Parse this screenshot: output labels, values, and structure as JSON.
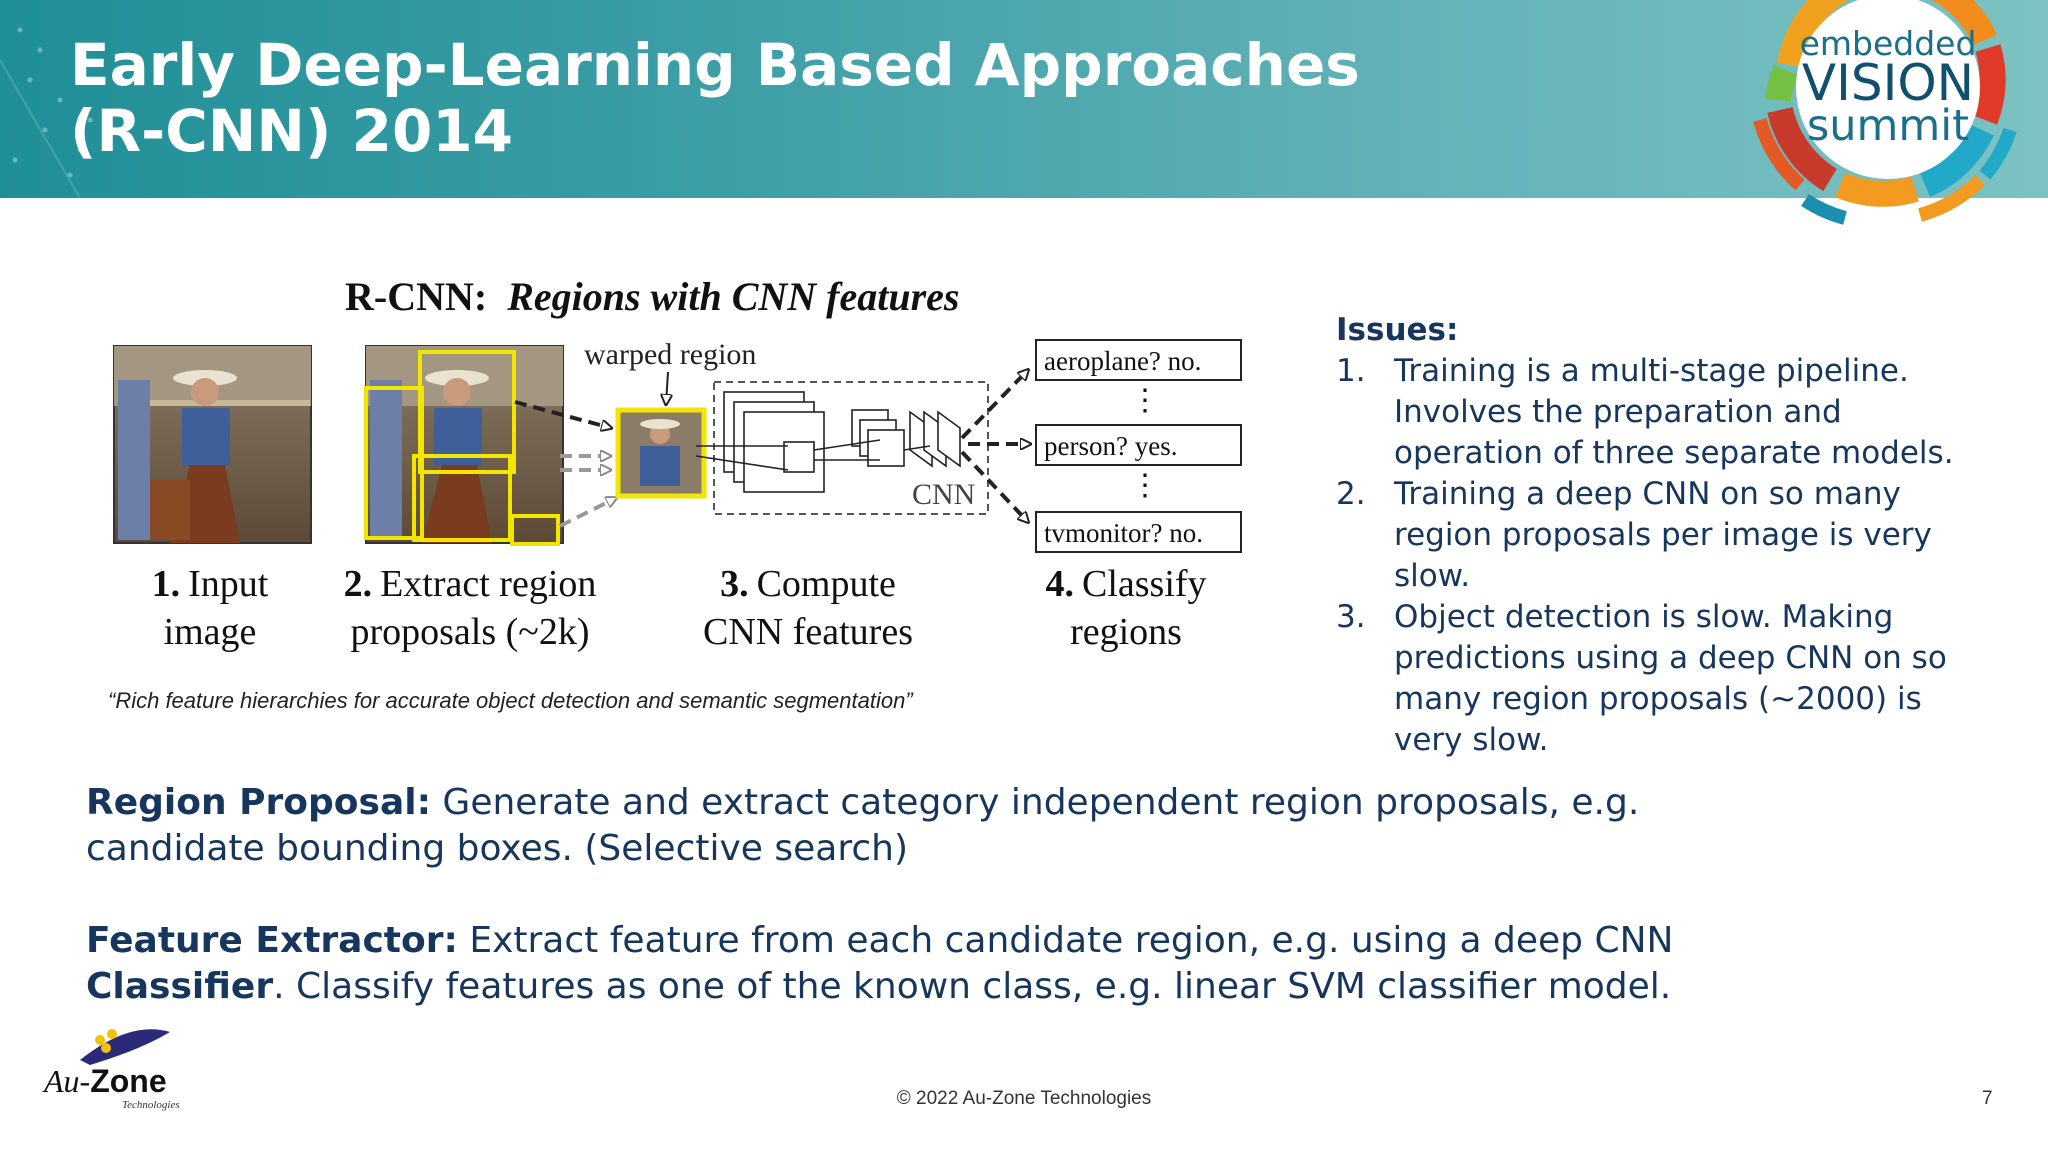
{
  "slide": {
    "title_line1": "Early Deep-Learning Based Approaches",
    "title_line2": "(R-CNN) 2014",
    "logo": {
      "line1": "embedded",
      "line2": "VISION",
      "line3": "summit"
    }
  },
  "figure": {
    "title_bold": "R-CNN:",
    "title_italic": "Regions with CNN features",
    "warped_label": "warped region",
    "cnn_label": "CNN",
    "classes": [
      "aeroplane? no.",
      "person? yes.",
      "tvmonitor? no."
    ],
    "steps": [
      {
        "num": "1.",
        "line1": "Input",
        "line2": "image"
      },
      {
        "num": "2.",
        "line1": "Extract region",
        "line2": "proposals (~2k)"
      },
      {
        "num": "3.",
        "line1": "Compute",
        "line2": "CNN features"
      },
      {
        "num": "4.",
        "line1": "Classify",
        "line2": "regions"
      }
    ],
    "quote": "“Rich feature hierarchies for accurate object detection and semantic segmentation”"
  },
  "issues": {
    "heading": "Issues:",
    "items": [
      {
        "num": "1.",
        "text": "Training is a multi-stage pipeline. Involves the preparation and operation of three separate models."
      },
      {
        "num": "2.",
        "text": "Training a deep CNN on so many region proposals per image is very slow."
      },
      {
        "num": "3.",
        "text": "Object detection is slow. Making predictions using a deep CNN on so many region proposals (~2000) is very slow."
      }
    ]
  },
  "body": {
    "region_label": "Region Proposal:",
    "region_text": " Generate and extract category independent region proposals, e.g. candidate bounding boxes. (Selective search)",
    "feature_label": "Feature Extractor:",
    "feature_text": " Extract feature from each candidate region, e.g. using a deep CNN",
    "classifier_label": "Classifier",
    "classifier_text": ". Classify features as one of the known class, e.g. linear SVM classifier model."
  },
  "footer": {
    "company_logo_a": "Au-",
    "company_logo_b": "Zone",
    "company_logo_sub": "Technologies",
    "copyright": "© 2022 Au-Zone Technologies",
    "page": "7"
  },
  "colors": {
    "header_start": "#1f8f97",
    "header_end": "#7cc2c3",
    "text_navy": "#17365d",
    "region_yellow": "#f2e600"
  }
}
